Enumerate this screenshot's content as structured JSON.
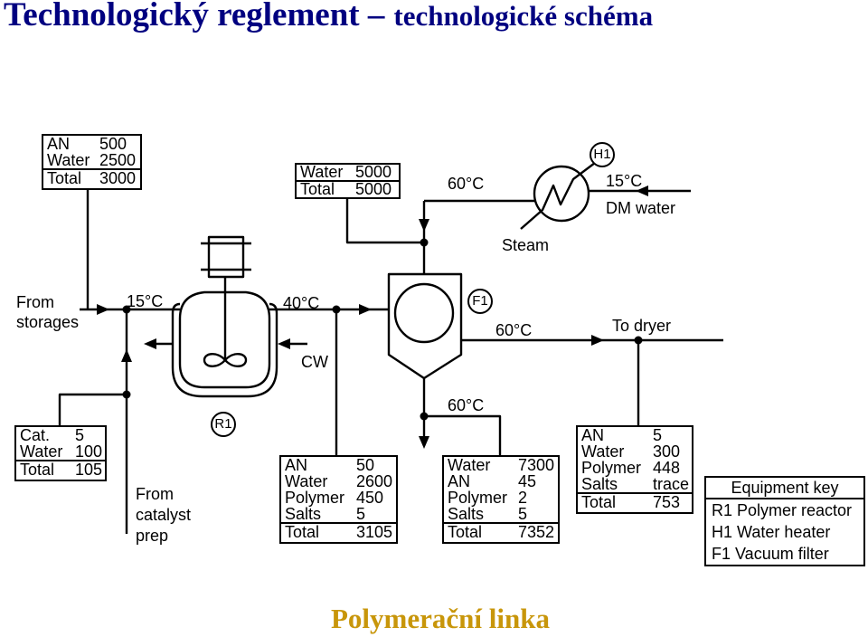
{
  "title": {
    "main": "Technologický reglement –",
    "sub": "technologické schéma"
  },
  "footer": "Polymerační linka",
  "colors": {
    "title": "#000080",
    "footer": "#C8960A"
  },
  "diagram": {
    "streams": {
      "storage_feed": {
        "rows": [
          {
            "label": "AN",
            "value": 500
          },
          {
            "label": "Water",
            "value": 2500
          }
        ],
        "total": {
          "label": "Total",
          "value": 3000
        }
      },
      "wash_water": {
        "rows": [
          {
            "label": "Water",
            "value": 5000
          }
        ],
        "total": {
          "label": "Total",
          "value": 5000
        }
      },
      "catalyst_feed": {
        "rows": [
          {
            "label": "Cat.",
            "value": 5
          },
          {
            "label": "Water",
            "value": 100
          }
        ],
        "total": {
          "label": "Total",
          "value": 105
        }
      },
      "reactor_product": {
        "rows": [
          {
            "label": "AN",
            "value": 50
          },
          {
            "label": "Water",
            "value": 2600
          },
          {
            "label": "Polymer",
            "value": 450
          },
          {
            "label": "Salts",
            "value": 5
          }
        ],
        "total": {
          "label": "Total",
          "value": 3105
        }
      },
      "filtrate": {
        "rows": [
          {
            "label": "Water",
            "value": 7300
          },
          {
            "label": "AN",
            "value": 45
          },
          {
            "label": "Polymer",
            "value": 2
          },
          {
            "label": "Salts",
            "value": 5
          }
        ],
        "total": {
          "label": "Total",
          "value": 7352
        }
      },
      "to_dryer": {
        "rows": [
          {
            "label": "AN",
            "value": 5
          },
          {
            "label": "Water",
            "value": 300
          },
          {
            "label": "Polymer",
            "value": 448
          },
          {
            "label": "Salts",
            "value": "trace"
          }
        ],
        "total": {
          "label": "Total",
          "value": 753
        }
      }
    },
    "labels": {
      "from_storages": [
        "From",
        "storages"
      ],
      "feed_temp": "15°C",
      "reactor_outlet_temp": "40°C",
      "cooling_water": "CW",
      "from_catalyst_prep": [
        "From",
        "catalyst",
        "prep"
      ],
      "hot_water_temp": "60°C",
      "steam": "Steam",
      "dm_water_temp": "15°C",
      "dm_water": "DM water",
      "to_dryer_temp": "60°C",
      "to_dryer": "To dryer",
      "filtrate_temp": "60°C"
    },
    "equipment_tags": {
      "reactor": "R1",
      "heater": "H1",
      "filter": "F1"
    },
    "equipment_key": {
      "title": "Equipment key",
      "items": [
        {
          "tag": "R1",
          "name": "Polymer reactor"
        },
        {
          "tag": "H1",
          "name": "Water heater"
        },
        {
          "tag": "F1",
          "name": "Vacuum filter"
        }
      ]
    }
  }
}
